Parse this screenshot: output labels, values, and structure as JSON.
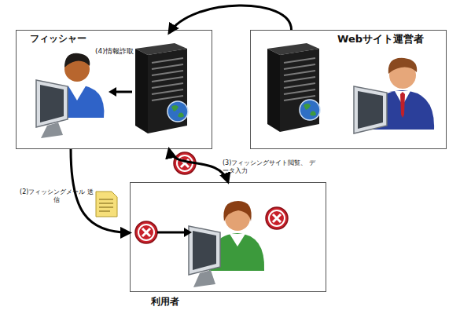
{
  "diagram": {
    "nodes": [
      {
        "text": [
          "フィッシャー"
        ]
      },
      {
        "text": [
          "Webサイト運営者"
        ]
      },
      {
        "text": [
          "利用者"
        ]
      }
    ],
    "edges": [
      {
        "from": 1,
        "to": 0,
        "arrow": "to"
      },
      {
        "from": 0,
        "to": 2,
        "label": "(2)フィッシングメール 送信",
        "arrow": "to"
      },
      {
        "from": 0,
        "to": 2,
        "label": "(3)フィッシングサイト閲覧、 データ入力",
        "arrow": "both"
      }
    ],
    "labels": [
      "(4)情報詐取"
    ]
  }
}
